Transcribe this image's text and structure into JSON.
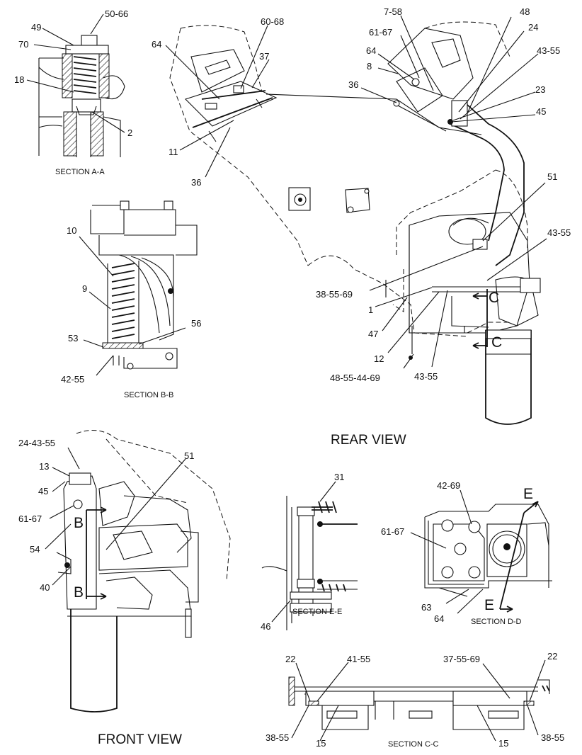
{
  "views": {
    "section_aa": "SECTION A-A",
    "section_bb": "SECTION B-B",
    "rear_view": "REAR VIEW",
    "front_view": "FRONT VIEW",
    "section_ee": "SECTION E-E",
    "section_dd": "SECTION D-D",
    "section_cc": "SECTION C-C"
  },
  "cut_markers": {
    "b_upper": "B",
    "b_lower": "B",
    "c_upper": "C",
    "c_lower": "C",
    "e_upper": "E",
    "e_lower": "E"
  },
  "callouts": {
    "aa": [
      "50-66",
      "49",
      "70",
      "18",
      "2"
    ],
    "bb": [
      "10",
      "9",
      "53",
      "56",
      "42-55"
    ],
    "rear_left": [
      "60-68",
      "64",
      "37",
      "11",
      "36"
    ],
    "rear_right": [
      "7-58",
      "48",
      "61-67",
      "24",
      "64",
      "8",
      "43-55",
      "36",
      "23",
      "45",
      "51",
      "43-55",
      "38-55-69",
      "1",
      "47",
      "12",
      "48-55-44-69",
      "43-55"
    ],
    "front": [
      "24-43-55",
      "13",
      "45",
      "61-67",
      "54",
      "40",
      "51"
    ],
    "ee": [
      "31",
      "46"
    ],
    "dd": [
      "42-69",
      "61-67",
      "63",
      "64"
    ],
    "cc": [
      "22",
      "41-55",
      "37-55-69",
      "22",
      "38-55",
      "15",
      "15",
      "38-55"
    ]
  }
}
